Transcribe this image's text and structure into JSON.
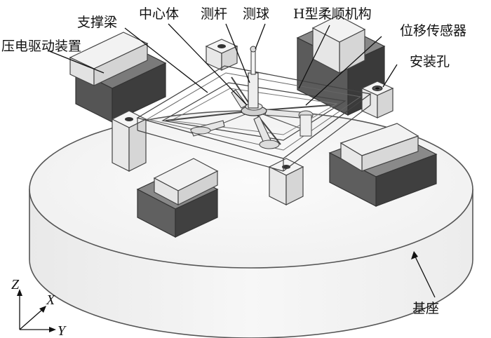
{
  "labels": {
    "piezo_actuator": "压电驱动装置",
    "support_beam": "支撑梁",
    "center_body": "中心体",
    "probe_rod": "测杆",
    "probe_ball": "测球",
    "h_flexure": "H型柔顺机构",
    "displacement_sensor": "位移传感器",
    "mount_hole": "安装孔",
    "base": "基座"
  },
  "axes": {
    "z": "Z",
    "x": "X",
    "y": "Y"
  }
}
